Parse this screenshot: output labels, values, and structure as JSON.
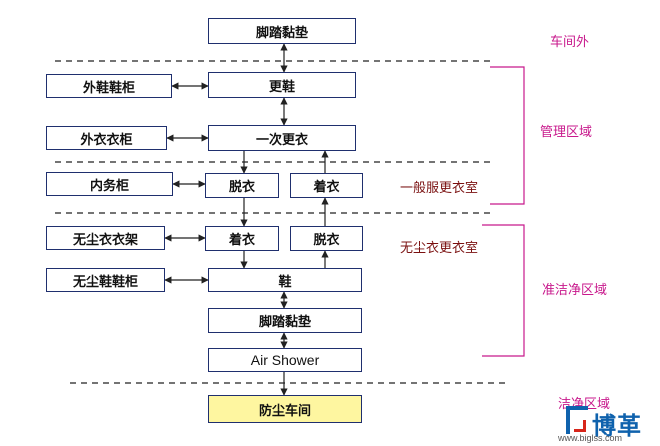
{
  "boxes": {
    "top_mat": "脚踏黏垫",
    "change_shoes": "更鞋",
    "outer_shoe_cabinet": "外鞋鞋柜",
    "first_change": "一次更衣",
    "outer_clothes_cabinet": "外衣衣柜",
    "undergarment_cabinet": "内务柜",
    "undress_1": "脱衣",
    "dress_1": "着衣",
    "dustfree_rack": "无尘衣衣架",
    "dress_2": "着衣",
    "undress_2": "脱衣",
    "dustfree_shoe_cabinet": "无尘鞋鞋柜",
    "shoes": "鞋",
    "bottom_mat": "脚踏黏垫",
    "air_shower": "Air Shower",
    "dustfree_workshop": "防尘车间"
  },
  "zones": {
    "outside": "车间外",
    "management": "管理区域",
    "general_changing": "一般服更衣室",
    "dustfree_changing": "无尘衣更衣室",
    "semi_clean": "准洁净区域",
    "clean": "洁净区域"
  },
  "logo": {
    "text": "博革",
    "url": "www.biglss.com"
  },
  "colors": {
    "box_border": "#1f2f6e",
    "final_fill": "#fef6a0",
    "zone_pink": "#c8198c",
    "zone_dark": "#7a1010",
    "line": "#222222"
  }
}
